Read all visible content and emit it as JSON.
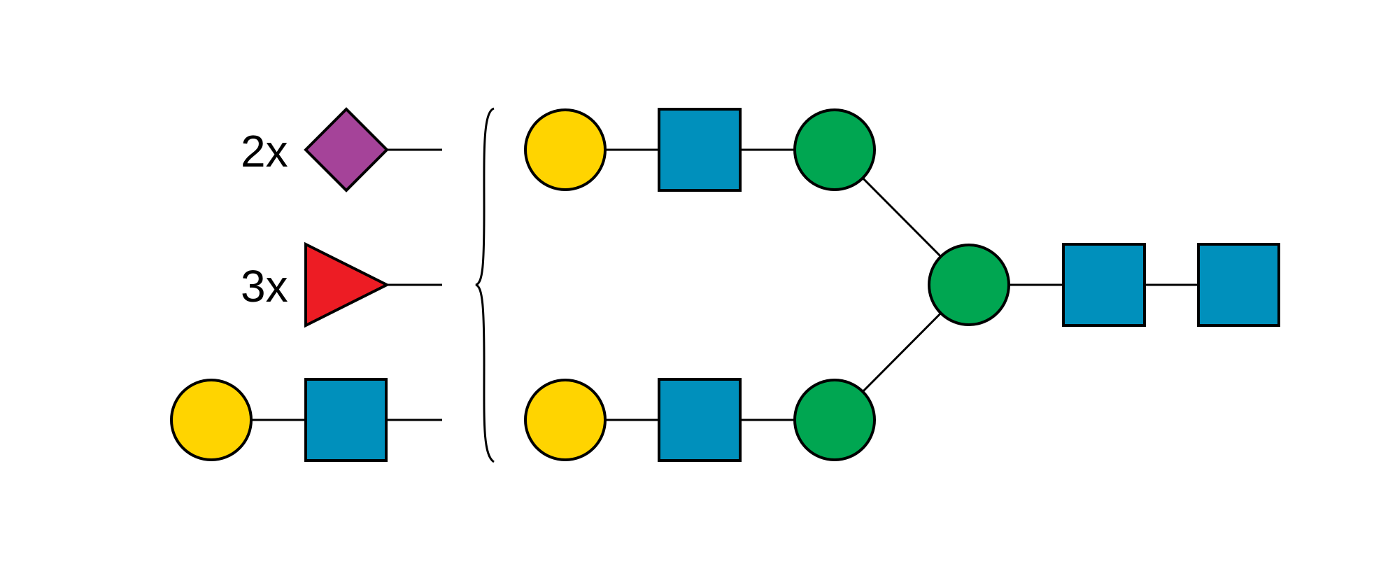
{
  "colors": {
    "galactose": "#FFD400",
    "glcnac": "#0090BC",
    "mannose": "#00A651",
    "neuac": "#A54399",
    "fucose": "#ED1C24",
    "line": "#000000",
    "background": "#FFFFFF"
  },
  "legend_items": [
    {
      "multiplier": "2x",
      "shape": "diamond",
      "residue": "neuac",
      "icon": "purple-diamond-icon"
    },
    {
      "multiplier": "3x",
      "shape": "triangle",
      "residue": "fucose",
      "icon": "red-triangle-icon"
    },
    {
      "multiplier": "",
      "shape": "circle+square",
      "residue": "galactose-glcnac",
      "icon": "yellow-circle-blue-square-icon"
    }
  ],
  "core_structure": {
    "branches": [
      {
        "name": "upper-antenna",
        "residues": [
          "galactose",
          "glcnac",
          "mannose"
        ]
      },
      {
        "name": "lower-antenna",
        "residues": [
          "galactose",
          "glcnac",
          "mannose"
        ]
      }
    ],
    "core": [
      "mannose",
      "glcnac",
      "glcnac"
    ]
  }
}
